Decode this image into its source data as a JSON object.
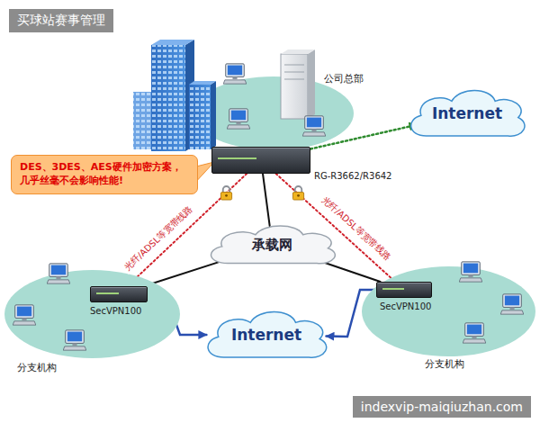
{
  "diagram": {
    "nodes": [
      {
        "text": [
          "公司总部"
        ]
      },
      {
        "text": [
          "Internet"
        ]
      },
      {
        "text": [
          "DES、3DES、AES硬件加密方案，几乎丝毫不会影响性能!"
        ]
      },
      {
        "text": [
          "RG-R3662/R3642"
        ]
      },
      {
        "text": [
          "承载网"
        ]
      },
      {
        "text": [
          "SecVPN100"
        ]
      },
      {
        "text": [
          "SecVPN100"
        ]
      },
      {
        "text": [
          "Internet"
        ]
      },
      {
        "text": [
          "分支机构"
        ]
      },
      {
        "text": [
          "分支机构"
        ]
      }
    ],
    "edges": [
      {
        "from": 3,
        "to": 1,
        "arrow": "to"
      },
      {
        "from": 3,
        "to": 5,
        "label": "光纤/ADSL等宽带线路",
        "arrow": "none"
      },
      {
        "from": 3,
        "to": 6,
        "label": "光纤/ADSL等宽带线路",
        "arrow": "none"
      },
      {
        "from": 3,
        "to": 4,
        "arrow": "none"
      },
      {
        "from": 5,
        "to": 4,
        "arrow": "none"
      },
      {
        "from": 6,
        "to": 4,
        "arrow": "none"
      },
      {
        "from": 5,
        "to": 7,
        "arrow": "to"
      },
      {
        "from": 6,
        "to": 7,
        "arrow": "to"
      }
    ],
    "labels": [
      "买球站赛事管理",
      "indexvip-maiqiuzhan.com"
    ]
  }
}
